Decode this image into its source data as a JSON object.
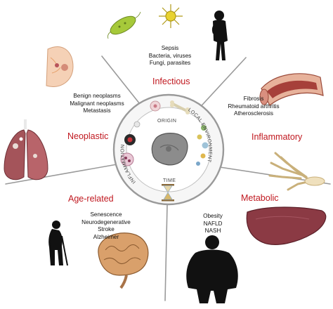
{
  "center": {
    "origin": "ORIGIN",
    "local_environment": "LOCAL ENVIRONMENT",
    "time": "TIME",
    "inflammation": "INFLAMMATION"
  },
  "categories": {
    "infectious": {
      "label": "Infectious",
      "items": [
        "Sepsis",
        "Bacteria, viruses",
        "Fungi, parasites"
      ]
    },
    "inflammatory": {
      "label": "Inflammatory",
      "items": [
        "Fibrosis",
        "Rheumatoid arthritis",
        "Atherosclerosis"
      ]
    },
    "metabolic": {
      "label": "Metabolic",
      "items": [
        "Obesity",
        "NAFLD",
        "NASH"
      ]
    },
    "age_related": {
      "label": "Age-related",
      "items": [
        "Senescence",
        "Neurodegenerative",
        "Stroke",
        "Alzheimer"
      ]
    },
    "neoplastic": {
      "label": "Neoplastic",
      "items": [
        "Benign neoplasms",
        "Malignant neoplasms",
        "Metastasis"
      ]
    }
  },
  "colors": {
    "category_label": "#c0181f",
    "divider": "#9a9a9a",
    "center_fill": "#ffffff",
    "center_ring": "#9a9a9a",
    "core": "#8c8c8c",
    "liver": "#8b3a44",
    "lung": "#a4545a",
    "brain": "#d9a06b",
    "silhouette": "#111111",
    "bacterium": "#a6c93a",
    "virus": "#e8d230"
  },
  "icons": [
    "bacterium-icon",
    "virus-icon",
    "person-silhouette-icon",
    "breast-icon",
    "artery-icon",
    "lungs-icon",
    "hand-bones-icon",
    "liver-icon",
    "obese-person-icon",
    "elderly-person-icon",
    "brain-icon",
    "cell-icon",
    "hourglass-icon",
    "bone-icon",
    "tumor-cell-icon"
  ]
}
